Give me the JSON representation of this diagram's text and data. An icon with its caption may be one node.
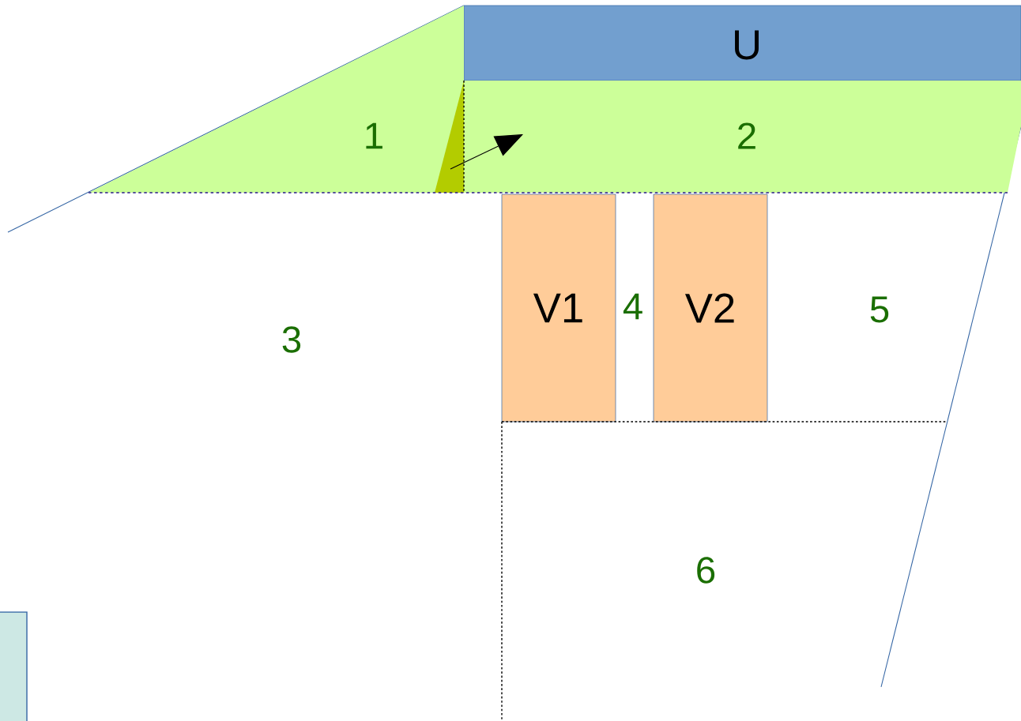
{
  "diagram": {
    "nodes": [
      {
        "text": [
          "U"
        ]
      },
      {
        "text": [
          "1"
        ]
      },
      {
        "text": [
          "2"
        ]
      },
      {
        "text": [
          "V1"
        ]
      },
      {
        "text": [
          "V2"
        ]
      },
      {
        "text": [],
        "shape": "box"
      }
    ],
    "edges": [
      {
        "from": 1,
        "to": 2,
        "arrow": "to"
      }
    ],
    "labels": [
      "3",
      "4",
      "5",
      "6"
    ]
  }
}
